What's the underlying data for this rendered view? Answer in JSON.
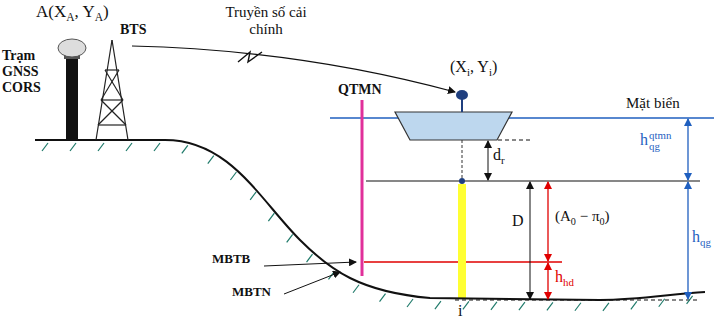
{
  "diagram": {
    "labels": [
      "A(X",
      "A",
      ", Y",
      "A",
      ")",
      "Trạm GNSS CORS",
      "BTS",
      "Truyền số cải chính",
      "(X",
      "i",
      ", Y",
      "i",
      ")",
      "QTMN",
      "Mặt biển",
      "d",
      "r",
      "D",
      "(A",
      "0",
      " − π",
      "0",
      ")",
      "h",
      "qg",
      "qtmn",
      "h",
      "qg",
      "h",
      "hd",
      "MBTB",
      "MBTN",
      "i"
    ]
  }
}
